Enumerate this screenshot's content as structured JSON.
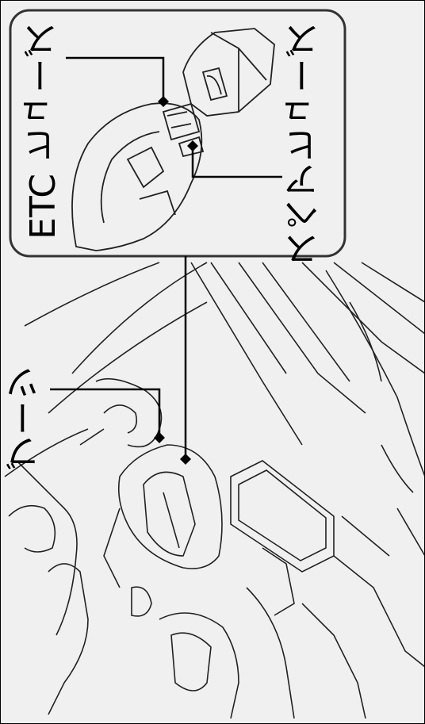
{
  "labels": {
    "etc_fuse": "ETC ヒューズ",
    "spare_fuse": "スペアヒューズ",
    "boots": "ブーツ"
  },
  "colors": {
    "background": "#f0f0f0",
    "inset_background": "#f0f0f0",
    "line": "#000000"
  }
}
